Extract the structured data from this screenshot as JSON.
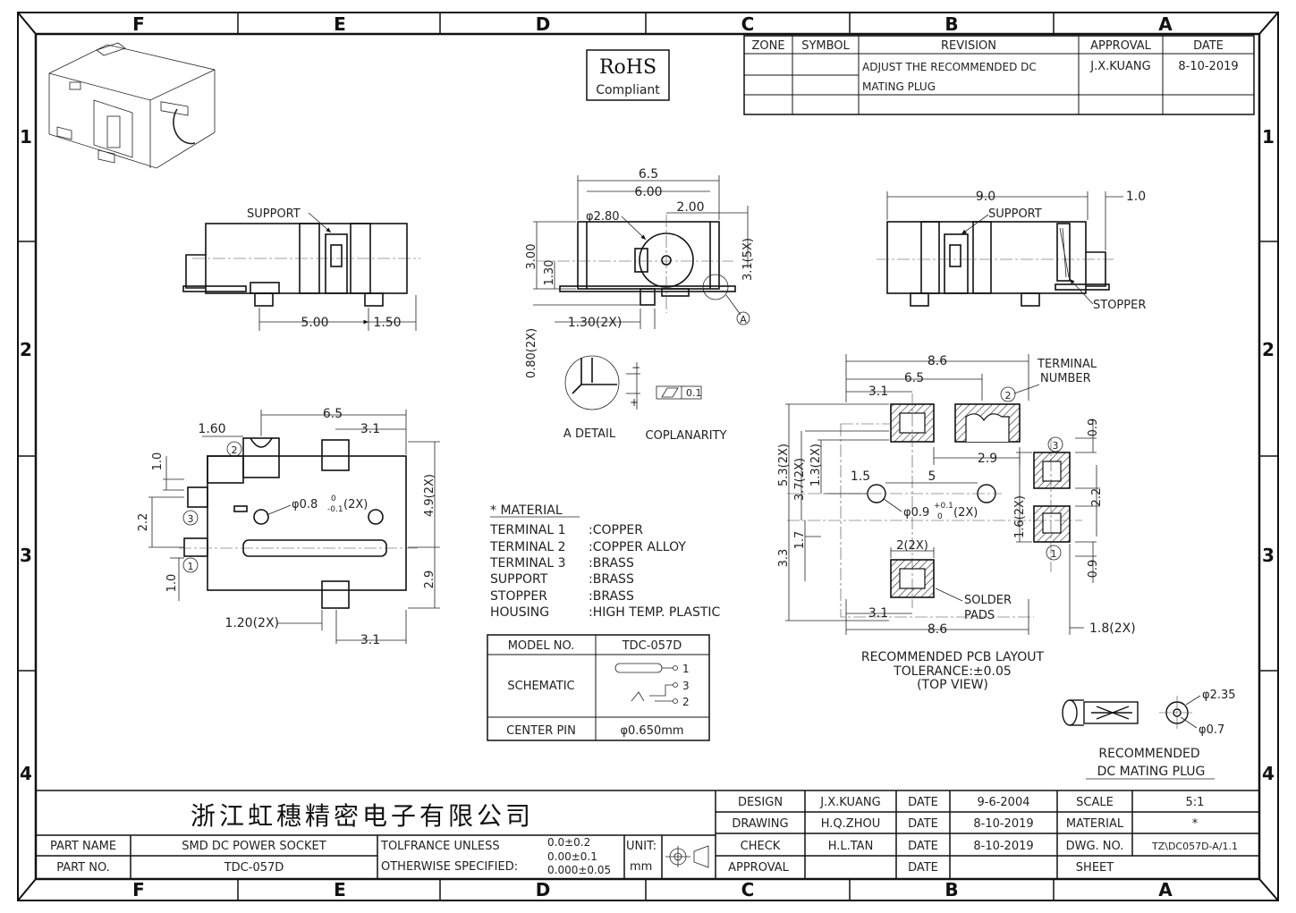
{
  "border": {
    "columns": [
      "F",
      "E",
      "D",
      "C",
      "B",
      "A"
    ],
    "rows": [
      "1",
      "2",
      "3",
      "4"
    ]
  },
  "rohs": {
    "line1": "RoHS",
    "line2": "Compliant"
  },
  "revision_table": {
    "headers": [
      "ZONE",
      "SYMBOL",
      "REVISION",
      "APPROVAL",
      "DATE"
    ],
    "row": {
      "revision_line1": "ADJUST THE RECOMMENDED DC",
      "revision_line2": "MATING PLUG",
      "approval": "J.X.KUANG",
      "date": "8-10-2019"
    }
  },
  "side_view_left": {
    "support": "SUPPORT",
    "dim_500": "5.00",
    "dim_150": "1.50"
  },
  "front_view": {
    "d65": "6.5",
    "d600": "6.00",
    "d200": "2.00",
    "d280": "φ2.80",
    "d300": "3.00",
    "d130": "1.30",
    "d31": "3.1(5X)",
    "d130x2": "1.30(2X)",
    "d080": "0.80(2X)",
    "a_mark": "A",
    "detail": "A DETAIL",
    "coplanarity": "COPLANARITY",
    "flat": "0.1"
  },
  "side_view_right": {
    "d90": "9.0",
    "d10": "1.0",
    "support": "SUPPORT",
    "stopper": "STOPPER"
  },
  "bottom_view": {
    "d65": "6.5",
    "d31a": "3.1",
    "d160": "1.60",
    "d10": "1.0",
    "d22": "2.2",
    "d10b": "1.0",
    "d49": "4.9(2X)",
    "d29": "2.9",
    "d08": "φ0.8",
    "d08_sup": "0",
    "d08_sub": "-0.1",
    "d08_tail": "(2X)",
    "d120": "1.20(2X)",
    "d31b": "3.1",
    "n1": "1",
    "n2": "2",
    "n3": "3"
  },
  "material": {
    "title": "* MATERIAL",
    "rows": [
      {
        "k": "TERMINAL 1",
        "v": ":COPPER"
      },
      {
        "k": "TERMINAL 2",
        "v": ":COPPER ALLOY"
      },
      {
        "k": "TERMINAL 3",
        "v": ":BRASS"
      },
      {
        "k": "SUPPORT",
        "v": ":BRASS"
      },
      {
        "k": "STOPPER",
        "v": ":BRASS"
      },
      {
        "k": "HOUSING",
        "v": ":HIGH TEMP. PLASTIC"
      }
    ]
  },
  "model_table": {
    "model_label": "MODEL NO.",
    "model_value": "TDC-057D",
    "schematic_label": "SCHEMATIC",
    "p1": "1",
    "p3": "3",
    "p2": "2",
    "pin_label": "CENTER PIN",
    "pin_value": "φ0.650mm"
  },
  "pcb": {
    "d86a": "8.6",
    "d65": "6.5",
    "d31a": "3.1",
    "terminal": "TERMINAL",
    "number": "NUMBER",
    "d09a": "0.9",
    "d53": "5.3(2X)",
    "d37": "3.7(2X)",
    "d13": "1.3(2X)",
    "d15": "1.5",
    "d5": "5",
    "d29": "2.9",
    "d09h": "φ0.9",
    "d09h_sup": "+0.1",
    "d09h_sub": "0",
    "d09h_tail": "(2X)",
    "d22": "2.2",
    "d16": "1.6(2X)",
    "d33": "3.3",
    "d17": "1.7",
    "d2x": "2(2X)",
    "d09b": "0.9",
    "solder1": "SOLDER",
    "solder2": "PADS",
    "d31b": "3.1",
    "d86b": "8.6",
    "d18": "1.8(2X)",
    "n1": "1",
    "n2": "2",
    "n3": "3",
    "caption1": "RECOMMENDED PCB LAYOUT",
    "caption2": "TOLERANCE:±0.05",
    "caption3": "(TOP VIEW)"
  },
  "plug": {
    "d235": "φ2.35",
    "d07": "φ0.7",
    "cap1": "RECOMMENDED",
    "cap2": "DC MATING PLUG"
  },
  "title_block": {
    "company": "浙江虹穗精密电子有限公司",
    "part_name_label": "PART NAME",
    "part_name": "SMD DC POWER SOCKET",
    "part_no_label": "PART NO.",
    "part_no": "TDC-057D",
    "tol1": "TOLFRANCE UNLESS",
    "tol2": "OTHERWISE SPECIFIED:",
    "tv1": "0.0±0.2",
    "tv2": "0.00±0.1",
    "tv3": "0.000±0.05",
    "unit_label": "UNIT:",
    "unit": "mm",
    "design": "DESIGN",
    "design_name": "J.X.KUANG",
    "design_date": "9-6-2004",
    "drawing": "DRAWING",
    "drawing_name": "H.Q.ZHOU",
    "drawing_date": "8-10-2019",
    "check": "CHECK",
    "check_name": "H.L.TAN",
    "check_date": "8-10-2019",
    "approval": "APPROVAL",
    "date_label": "DATE",
    "scale_label": "SCALE",
    "scale": "5:1",
    "material_label": "MATERIAL",
    "material": "*",
    "dwg_label": "DWG. NO.",
    "dwg": "TZ\\DC057D-A/1.1",
    "sheet_label": "SHEET"
  }
}
